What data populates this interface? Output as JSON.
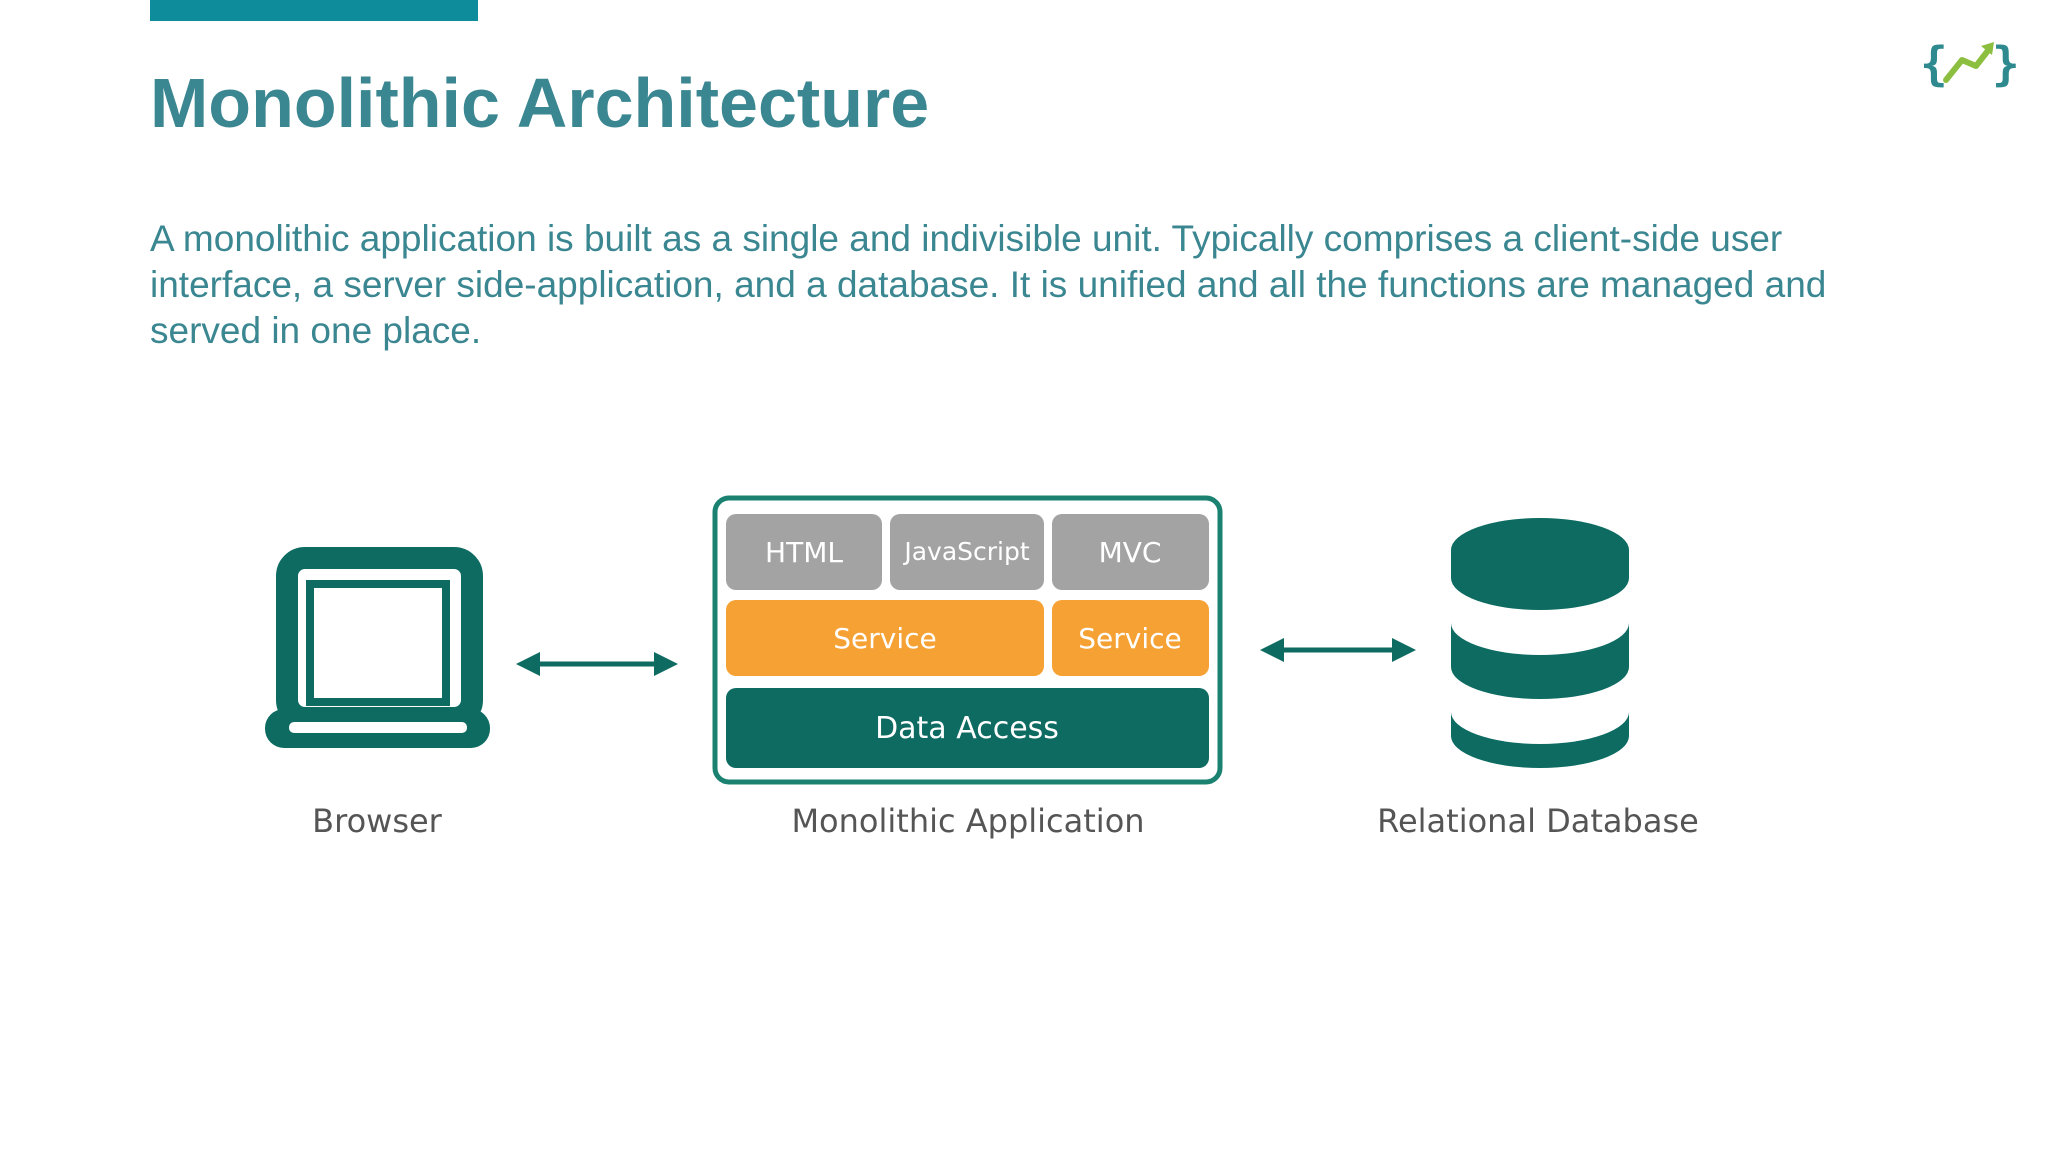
{
  "slide": {
    "title": "Monolithic Architecture",
    "description": "A monolithic application is built as a single and indivisible unit. Typically comprises a client-side user interface, a server side-application, and a database. It is unified and all the functions are managed and served in one place."
  },
  "logo": {
    "icon": "braces-growth-arrow-logo"
  },
  "diagram": {
    "browser": {
      "label": "Browser",
      "icon": "laptop-icon"
    },
    "application": {
      "label": "Monolithic Application",
      "tiers": {
        "ui": [
          "HTML",
          "JavaScript",
          "MVC"
        ],
        "services": [
          "Service",
          "Service"
        ],
        "data": "Data Access"
      }
    },
    "database": {
      "label": "Relational Database",
      "icon": "database-icon"
    },
    "connectors": [
      "bidirectional-arrow",
      "bidirectional-arrow"
    ]
  },
  "colors": {
    "accent": "#0f8c9b",
    "title": "#3a8691",
    "body_text": "#3a8691",
    "teal_dark": "#0d6b61",
    "ui_tier_gray": "#a3a3a3",
    "service_orange": "#f5a133",
    "caption_gray": "#555555",
    "logo_green": "#8cbf3f"
  }
}
